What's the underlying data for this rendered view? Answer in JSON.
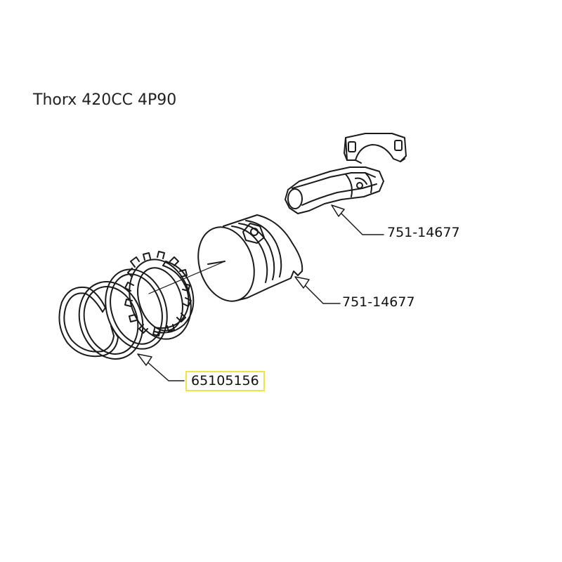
{
  "title": "Thorx 420CC 4P90",
  "parts": [
    {
      "id": "connecting-rod",
      "label": "751-14677"
    },
    {
      "id": "piston",
      "label": "751-14677"
    },
    {
      "id": "piston-rings",
      "label": "65105156",
      "highlighted": true
    }
  ],
  "colors": {
    "line": "#1a1a1a",
    "highlight": "#f2e24a",
    "text": "#111111"
  }
}
